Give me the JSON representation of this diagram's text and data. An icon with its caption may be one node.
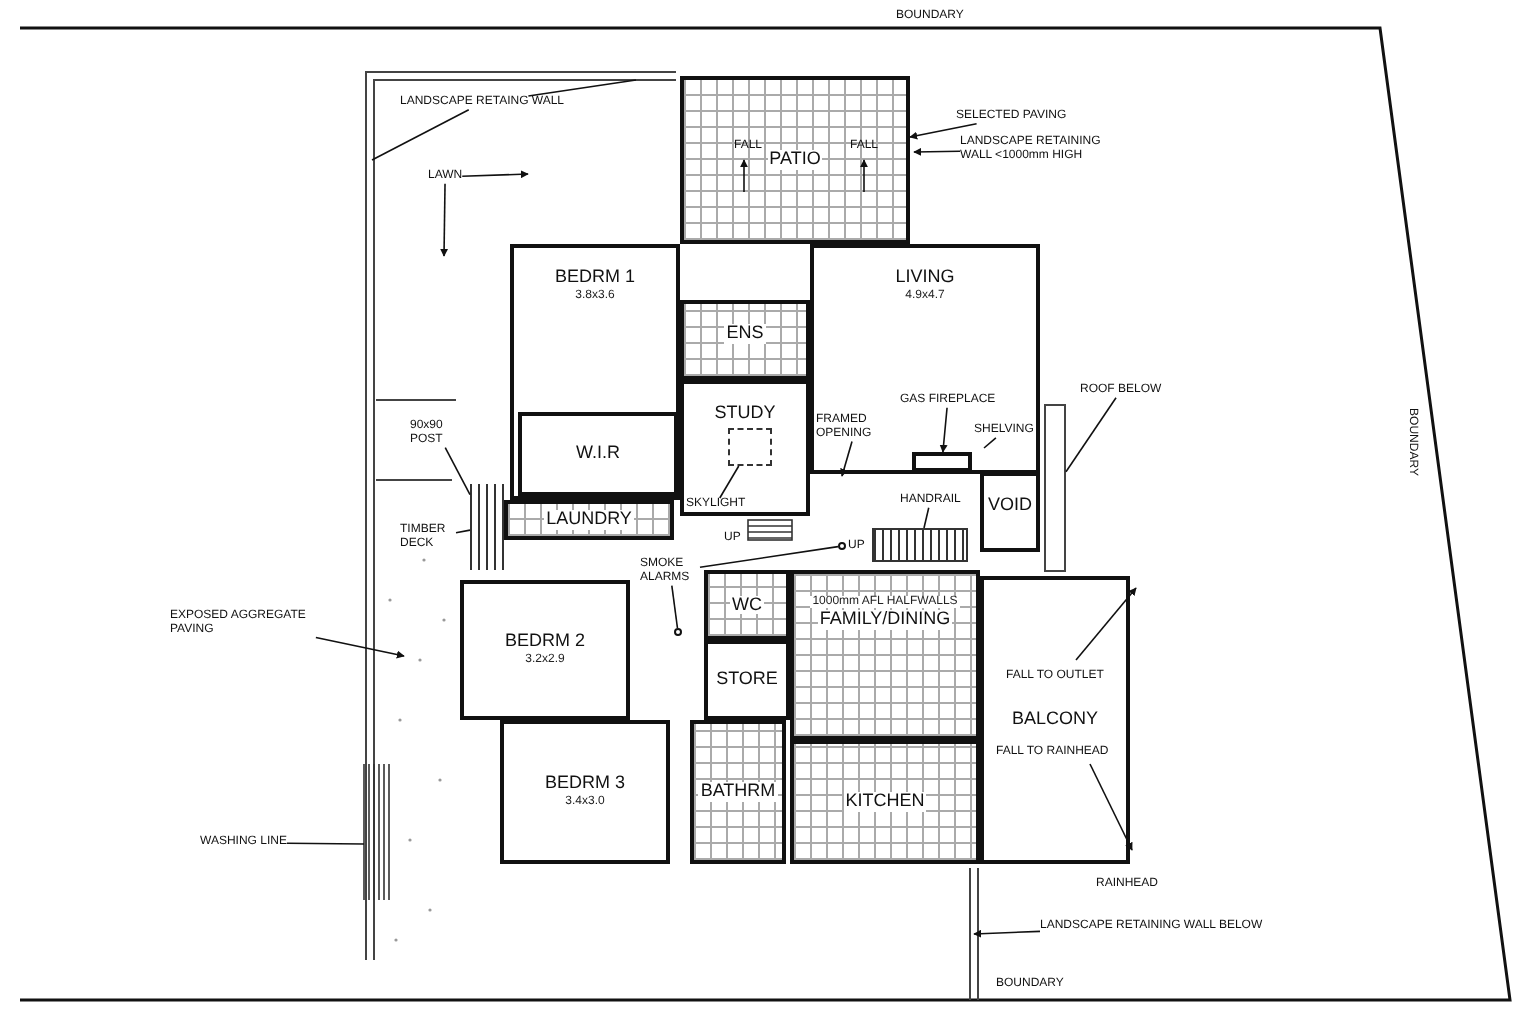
{
  "diagram": {
    "nodes": [
      {
        "text": [
          "PATIO"
        ]
      },
      {
        "text": [
          "BEDRM 1",
          "3.8x3.6"
        ]
      },
      {
        "text": [
          "W.I.R"
        ],
        "in": 1
      },
      {
        "text": [
          "ENS"
        ]
      },
      {
        "text": [
          "STUDY"
        ]
      },
      {
        "text": [
          "LIVING",
          "4.9x4.7"
        ]
      },
      {
        "text": [
          "VOID"
        ]
      },
      {
        "text": [
          "LAUNDRY"
        ]
      },
      {
        "text": [
          "BEDRM 2",
          "3.2x2.9"
        ]
      },
      {
        "text": [
          "WC"
        ]
      },
      {
        "text": [
          "STORE"
        ]
      },
      {
        "text": [
          "1000mm AFL HALFWALLS",
          "FAMILY/DINING"
        ]
      },
      {
        "text": [
          "BEDRM 3",
          "3.4x3.0"
        ]
      },
      {
        "text": [
          "BATHRM"
        ]
      },
      {
        "text": [
          "KITCHEN"
        ]
      },
      {
        "text": [
          "BALCONY"
        ]
      },
      {
        "text": [
          "LANDSCAPE RETAING WALL"
        ]
      },
      {
        "text": [
          "LAWN"
        ]
      },
      {
        "text": [
          "SELECTED PAVING"
        ]
      },
      {
        "text": [
          "LANDSCAPE RETAINING WALL <1000mm HIGH"
        ]
      },
      {
        "text": [
          "90x90 POST"
        ]
      },
      {
        "text": [
          "TIMBER DECK"
        ]
      },
      {
        "text": [
          "EXPOSED AGGREGATE PAVING"
        ]
      },
      {
        "text": [
          "WASHING LINE"
        ]
      },
      {
        "text": [
          "SKYLIGHT"
        ],
        "in": 4
      },
      {
        "text": [
          "FRAMED OPENING"
        ],
        "in": 5
      },
      {
        "text": [
          "GAS FIREPLACE"
        ],
        "in": 5
      },
      {
        "text": [
          "SHELVING"
        ],
        "in": 5
      },
      {
        "text": [
          "HANDRAIL"
        ]
      },
      {
        "text": [
          "ROOF BELOW"
        ]
      },
      {
        "text": [
          "SMOKE ALARMS"
        ]
      },
      {
        "text": [
          "LANDSCAPE RETAINING WALL BELOW"
        ]
      },
      {
        "text": [],
        "shape": "box",
        "in": 4
      },
      {
        "text": [],
        "shape": "box",
        "in": 5
      },
      {
        "text": [],
        "shape": "circle"
      },
      {
        "text": [],
        "shape": "circle"
      },
      {
        "text": [],
        "shape": "picture"
      },
      {
        "text": [],
        "shape": "picture"
      },
      {
        "text": [],
        "shape": "box"
      }
    ],
    "edges": [
      {
        "from": 16,
        "to": null,
        "arrow": "none"
      },
      {
        "from": 16,
        "to": null,
        "arrow": "none"
      },
      {
        "from": 17,
        "to": null,
        "arrow": "to"
      },
      {
        "from": 17,
        "to": null,
        "arrow": "to"
      },
      {
        "from": 18,
        "to": 0,
        "arrow": "to"
      },
      {
        "from": 19,
        "to": null,
        "arrow": "to"
      },
      {
        "from": 20,
        "to": 36,
        "arrow": "none"
      },
      {
        "from": 21,
        "to": 36,
        "arrow": "none"
      },
      {
        "from": 22,
        "to": null,
        "arrow": "to"
      },
      {
        "from": 23,
        "to": null,
        "arrow": "none"
      },
      {
        "from": 24,
        "to": 32,
        "arrow": "none"
      },
      {
        "from": 25,
        "to": null,
        "arrow": "to"
      },
      {
        "from": 26,
        "to": 33,
        "arrow": "to"
      },
      {
        "from": 27,
        "to": null,
        "arrow": "none"
      },
      {
        "from": 28,
        "to": 37,
        "arrow": "none"
      },
      {
        "from": 29,
        "to": 38,
        "arrow": "none"
      },
      {
        "from": 30,
        "to": 34,
        "arrow": "none"
      },
      {
        "from": 30,
        "to": 35,
        "arrow": "none"
      },
      {
        "from": 31,
        "to": null,
        "arrow": "to"
      }
    ],
    "labels": [
      "BOUNDARY",
      "FALL",
      "FALL",
      "BOUNDARY",
      "UP",
      "UP",
      "FALL TO OUTLET",
      "FALL TO RAINHEAD",
      "RAINHEAD",
      "BOUNDARY"
    ]
  }
}
